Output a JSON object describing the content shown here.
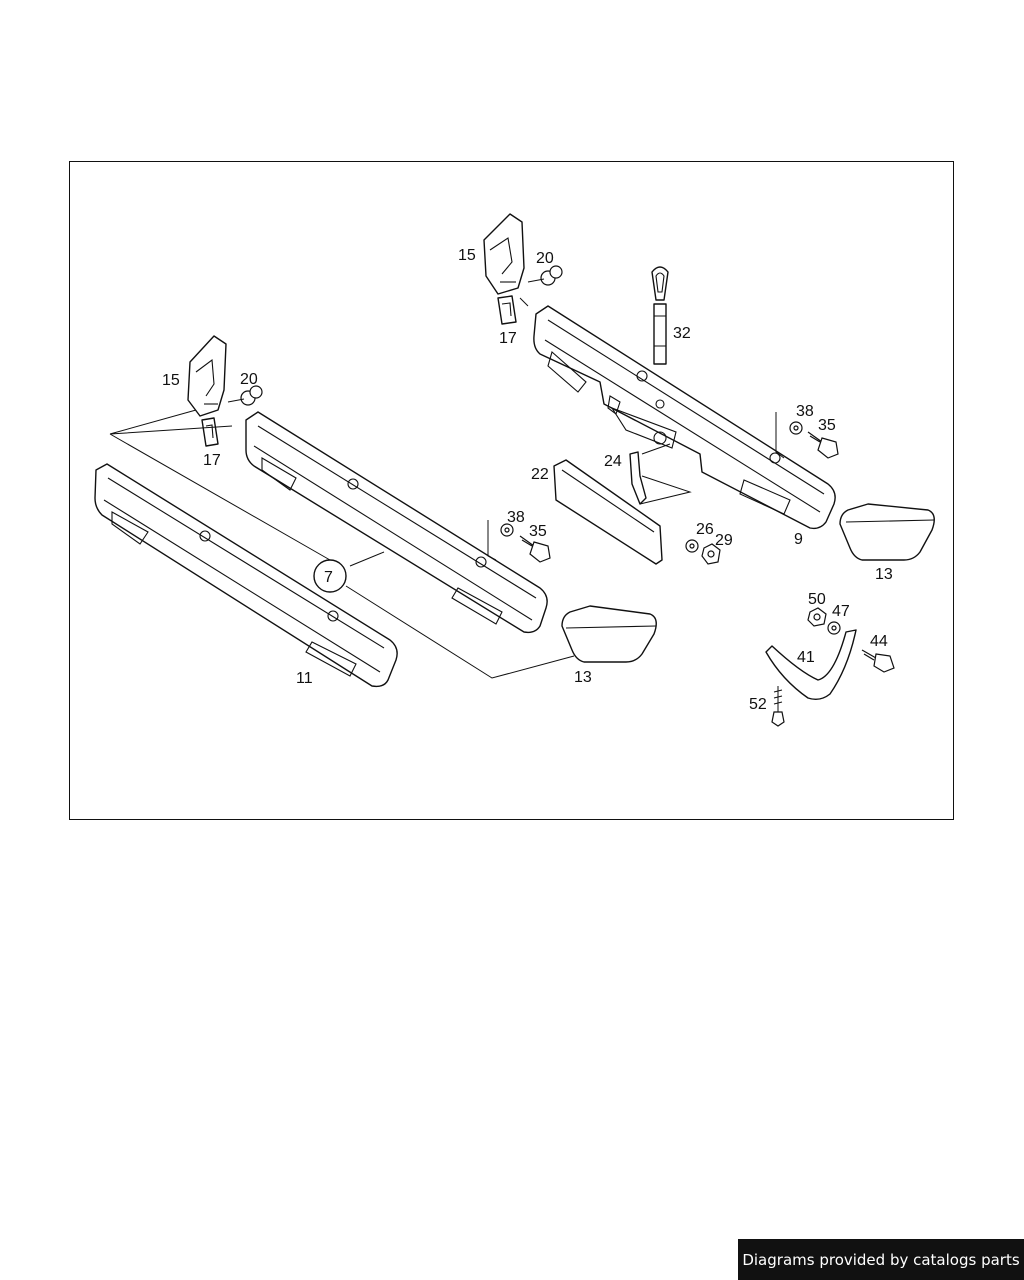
{
  "diagram": {
    "callouts": {
      "c15a": "15",
      "c20a": "20",
      "c17a": "17",
      "c15b": "15",
      "c20b": "20",
      "c17b": "17",
      "c32": "32",
      "c38a": "38",
      "c35a": "35",
      "c24": "24",
      "c22": "22",
      "c26": "26",
      "c29": "29",
      "c9": "9",
      "c13a": "13",
      "c38b": "38",
      "c35b": "35",
      "c7": "7",
      "c11": "11",
      "c13b": "13",
      "c50": "50",
      "c47": "47",
      "c44": "44",
      "c41": "41",
      "c52": "52"
    }
  },
  "footer": {
    "attribution": "Diagrams provided by catalogs parts"
  },
  "colors": {
    "line": "#111111",
    "background": "#ffffff",
    "badge": "#111111",
    "badge_text": "#ffffff"
  }
}
